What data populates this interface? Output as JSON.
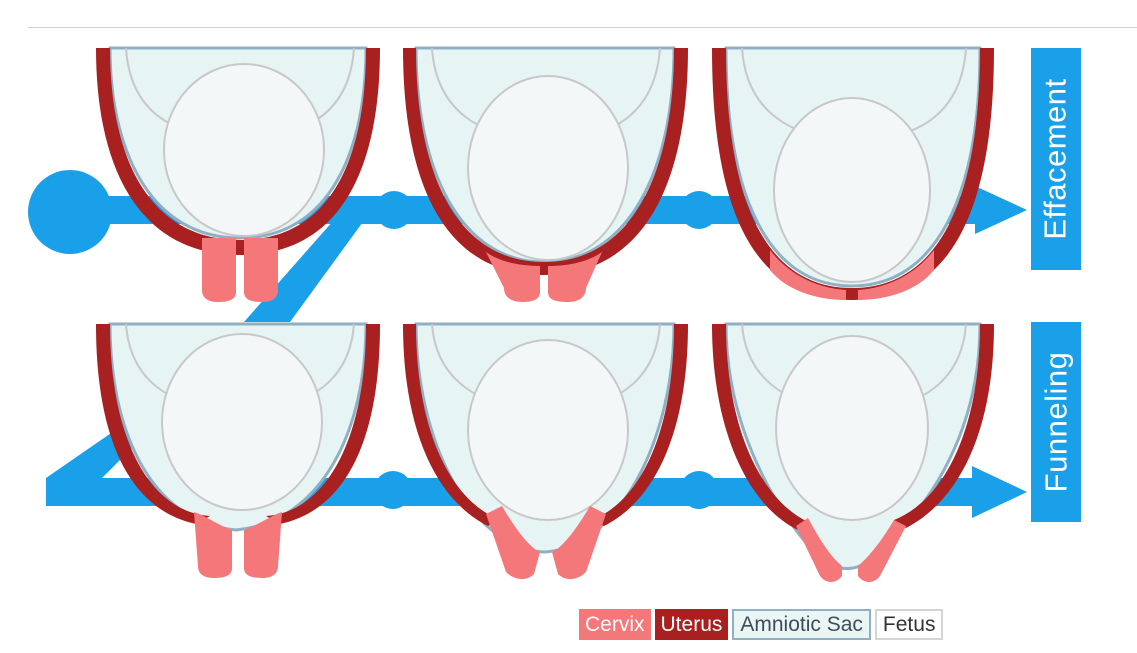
{
  "labels": {
    "top": "Effacement",
    "bottom": "Funneling"
  },
  "legend": {
    "cervix": "Cervix",
    "uterus": "Uterus",
    "amniotic": "Amniotic Sac",
    "fetus": "Fetus"
  },
  "colors": {
    "arrow": "#1aa0e8",
    "cervix": "#f4777a",
    "uterus": "#a8201f",
    "amniotic_fill": "#e6f4f3",
    "amniotic_line": "#8fb0c4",
    "fetus_fill": "#f4f7f8",
    "fetus_line": "#c8c8c8"
  }
}
